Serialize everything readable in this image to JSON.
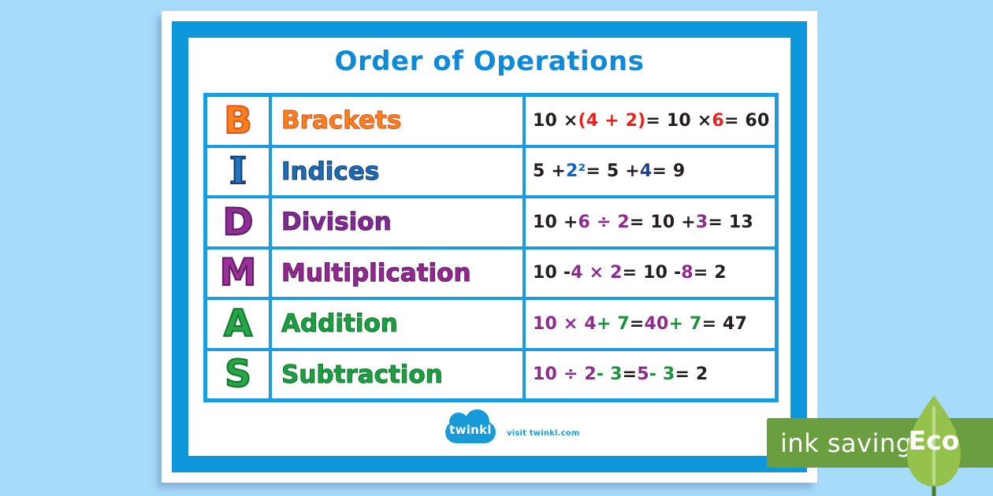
{
  "poster": {
    "title": "Order of Operations",
    "title_color": "#0f8ad8",
    "frame_color": "#0f97dc",
    "table_border_color": "#1b9ce0",
    "rows": [
      {
        "letter": "B",
        "word": "Brackets",
        "letter_color": "#f6821f",
        "outline_color": "#e1511a",
        "word_color": "#f6821f",
        "equation": [
          {
            "t": "10 × ",
            "c": "#231f20"
          },
          {
            "t": "(4 + 2)",
            "c": "#e8231d"
          },
          {
            "t": " = 10 × ",
            "c": "#231f20"
          },
          {
            "t": "6",
            "c": "#e8231d"
          },
          {
            "t": " = 60",
            "c": "#231f20"
          }
        ]
      },
      {
        "letter": "I",
        "word": "Indices",
        "letter_color": "#2374bc",
        "outline_color": "#143e70",
        "word_color": "#1e6cb5",
        "equation": [
          {
            "t": "5 + ",
            "c": "#231f20"
          },
          {
            "t": "2²",
            "c": "#1565c4"
          },
          {
            "t": " = 5 + ",
            "c": "#231f20"
          },
          {
            "t": "4",
            "c": "#25418d"
          },
          {
            "t": " = 9",
            "c": "#231f20"
          }
        ]
      },
      {
        "letter": "D",
        "word": "Division",
        "letter_color": "#8e2f96",
        "outline_color": "#5f1c66",
        "word_color": "#7d2b90",
        "equation": [
          {
            "t": "10 + ",
            "c": "#231f20"
          },
          {
            "t": "6 ÷ 2",
            "c": "#8e2b8e"
          },
          {
            "t": " = 10 + ",
            "c": "#231f20"
          },
          {
            "t": "3",
            "c": "#8e2b8e"
          },
          {
            "t": " = 13",
            "c": "#231f20"
          }
        ]
      },
      {
        "letter": "M",
        "word": "Multiplication",
        "letter_color": "#9a3098",
        "outline_color": "#5f1c66",
        "word_color": "#93298f",
        "equation": [
          {
            "t": "10 - ",
            "c": "#231f20"
          },
          {
            "t": "4 × 2",
            "c": "#8e2b8e"
          },
          {
            "t": " = 10 - ",
            "c": "#231f20"
          },
          {
            "t": "8",
            "c": "#8e2b8e"
          },
          {
            "t": " = 2",
            "c": "#231f20"
          }
        ]
      },
      {
        "letter": "A",
        "word": "Addition",
        "letter_color": "#28a447",
        "outline_color": "#0f7a2d",
        "word_color": "#1f9d43",
        "equation": [
          {
            "t": "10 × 4",
            "c": "#8e2b8e"
          },
          {
            "t": " + 7",
            "c": "#1d9140"
          },
          {
            "t": " = ",
            "c": "#231f20"
          },
          {
            "t": "40",
            "c": "#8e2b8e"
          },
          {
            "t": " + 7",
            "c": "#1d9140"
          },
          {
            "t": " = 47",
            "c": "#231f20"
          }
        ]
      },
      {
        "letter": "S",
        "word": "Subtraction",
        "letter_color": "#28a447",
        "outline_color": "#0f7a2d",
        "word_color": "#1f9d43",
        "equation": [
          {
            "t": "10 ÷ 2",
            "c": "#8e2b8e"
          },
          {
            "t": " - 3",
            "c": "#1d9140"
          },
          {
            "t": " = ",
            "c": "#231f20"
          },
          {
            "t": "5",
            "c": "#8e2b8e"
          },
          {
            "t": " - 3",
            "c": "#1d9140"
          },
          {
            "t": " = 2",
            "c": "#231f20"
          }
        ]
      }
    ]
  },
  "footer": {
    "logo_text": "twinkl",
    "visit_text": "visit twinkl.com",
    "logo_color": "#189ad8"
  },
  "eco_badge": {
    "label": "ink saving",
    "eco_text": "Eco",
    "banner_color": "#6a9e41",
    "leaf_color": "#94c24d",
    "midrib_color": "#bddb8e",
    "stem_color": "#4a7d28"
  },
  "page": {
    "background_color": "#a7dbfa"
  }
}
